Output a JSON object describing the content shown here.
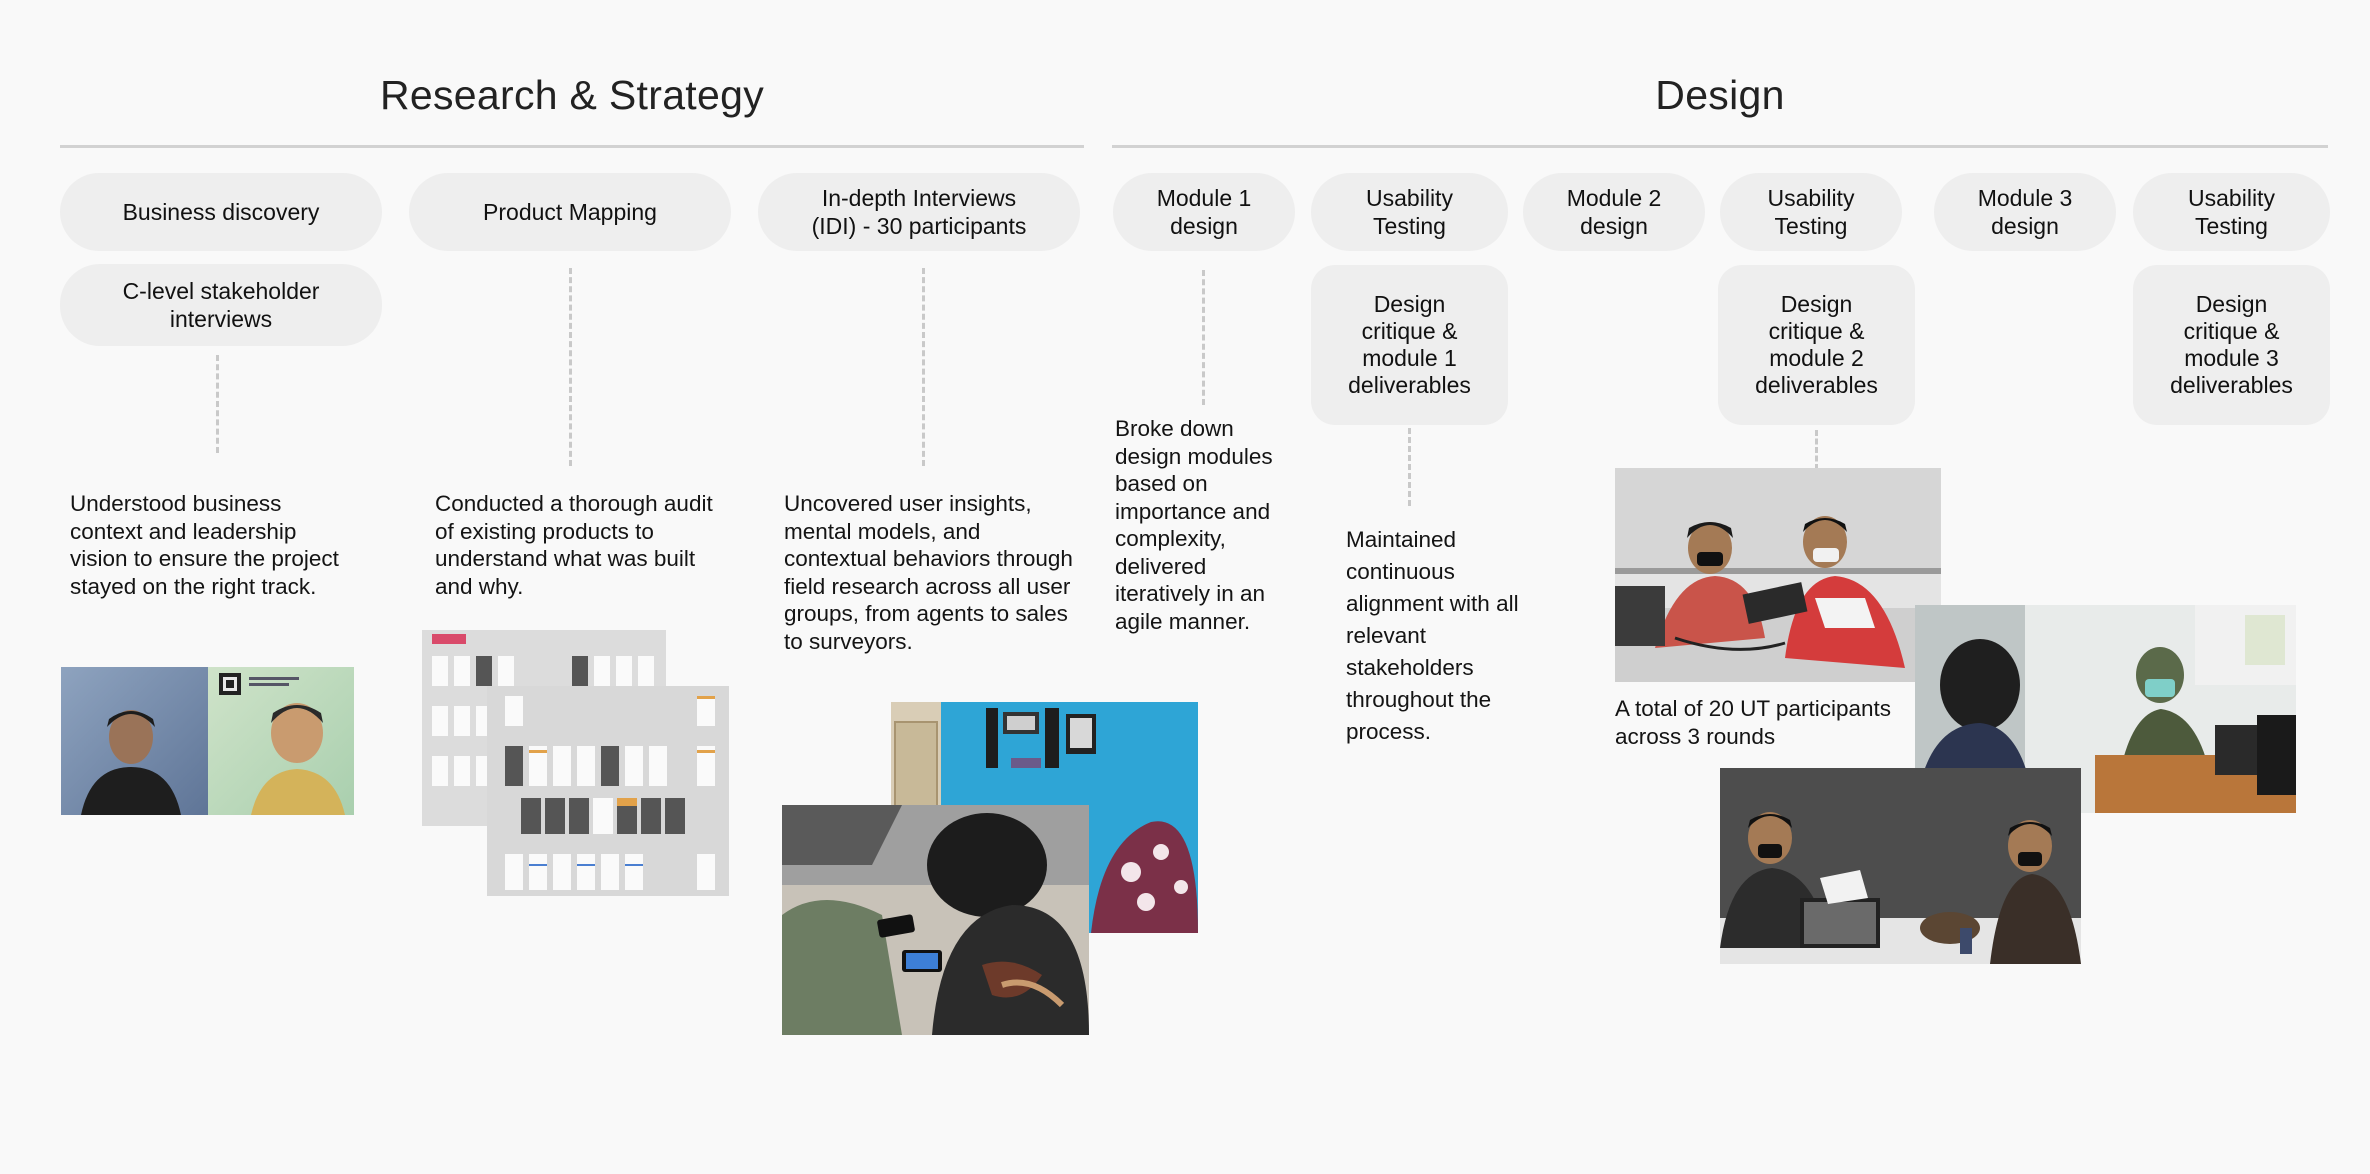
{
  "sections": {
    "research_title": "Research & Strategy",
    "design_title": "Design"
  },
  "research": {
    "business_discovery": "Business discovery",
    "stakeholder_interviews": "C-level stakeholder\ninterviews",
    "product_mapping": "Product Mapping",
    "idi": "In-depth Interviews\n(IDI) - 30 participants",
    "desc_business": "Understood business context and leadership vision to ensure the project stayed on the right track.",
    "desc_mapping": "Conducted a thorough audit of existing products to understand what was built and why.",
    "desc_idi": "Uncovered user insights, mental models, and contextual behaviors through field research across all user groups, from agents to sales to surveyors."
  },
  "design": {
    "module1": "Module 1\ndesign",
    "ut1": "Usability\nTesting",
    "module2": "Module 2\ndesign",
    "ut2": "Usability\nTesting",
    "module3": "Module 3\ndesign",
    "ut3": "Usability\nTesting",
    "critique1": "Design\ncritique &\nmodule 1\ndeliverables",
    "critique2": "Design\ncritique &\nmodule 2\ndeliverables",
    "critique3": "Design\ncritique &\nmodule 3\ndeliverables",
    "desc_modules": "Broke down design modules based on importance and complexity, delivered iteratively in an agile manner.",
    "desc_alignment": "Maintained continuous alignment with all relevant stakeholders throughout the process.",
    "desc_ut": "A total of 20 UT participants across 3 rounds"
  },
  "mockup_badge_color": "#d94a6a"
}
